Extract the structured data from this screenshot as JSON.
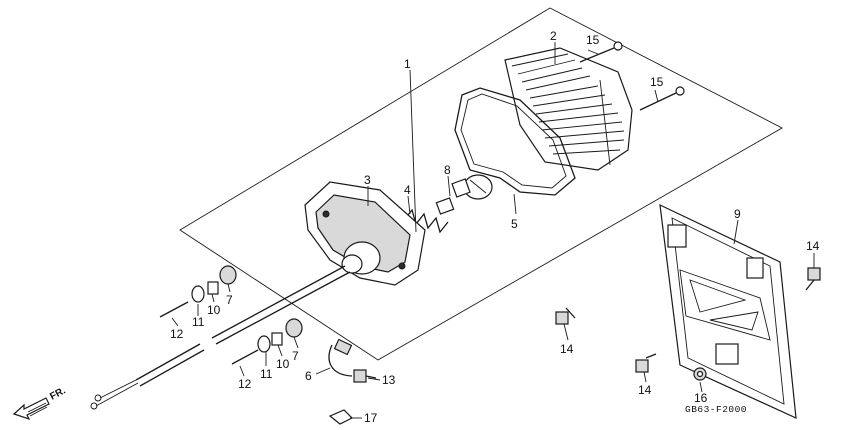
{
  "diagram": {
    "code": "GB63-F2000",
    "direction": "FR.",
    "callouts": [
      "1",
      "2",
      "15",
      "15",
      "3",
      "4",
      "8",
      "5",
      "9",
      "14",
      "12",
      "11",
      "10",
      "7",
      "14",
      "12",
      "11",
      "10",
      "7",
      "6",
      "13",
      "14",
      "16",
      "17"
    ]
  }
}
